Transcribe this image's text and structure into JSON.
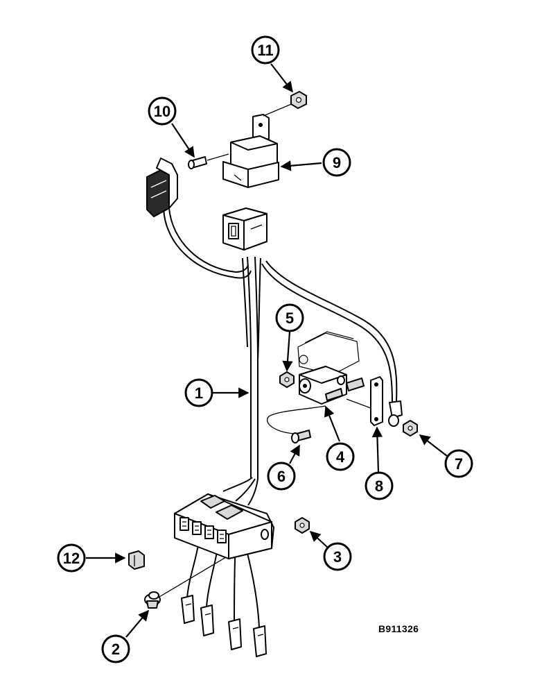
{
  "figure_id": "B911326",
  "callouts": [
    "1",
    "2",
    "3",
    "4",
    "5",
    "6",
    "7",
    "8",
    "9",
    "10",
    "11",
    "12"
  ]
}
